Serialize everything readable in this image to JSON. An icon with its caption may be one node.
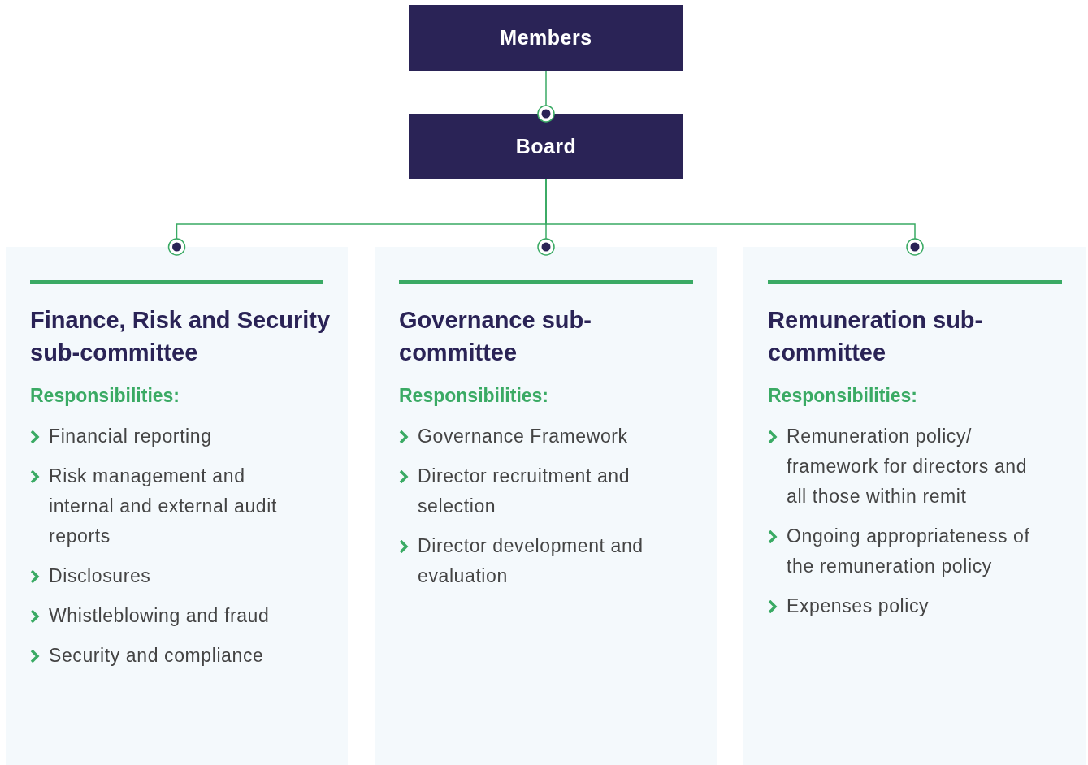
{
  "diagram": {
    "nodes": [
      {
        "text": [
          "Members"
        ]
      },
      {
        "text": [
          "Board"
        ]
      },
      {
        "text": [
          "Finance, Risk and Security sub-committee",
          "Responsibilities:",
          "Financial reporting",
          "Risk management and internal and external audit reports",
          "Disclosures",
          "Whistleblowing and fraud",
          "Security and compliance"
        ]
      },
      {
        "text": [
          "Governance sub-committee",
          "Responsibilities:",
          "Governance Framework",
          "Director recruitment and selection",
          "Director development and evaluation"
        ]
      },
      {
        "text": [
          "Remuneration sub-committee",
          "Responsibilities:",
          "Remuneration policy/ framework for directors and all those within remit",
          "Ongoing appropriateness of the remuneration policy",
          "Expenses policy"
        ]
      }
    ],
    "edges": [
      {
        "from": 0,
        "to": 1,
        "arrow": "other"
      },
      {
        "from": 1,
        "to": 2,
        "arrow": "other"
      },
      {
        "from": 1,
        "to": 3,
        "arrow": "other"
      },
      {
        "from": 1,
        "to": 4,
        "arrow": "other"
      }
    ]
  }
}
